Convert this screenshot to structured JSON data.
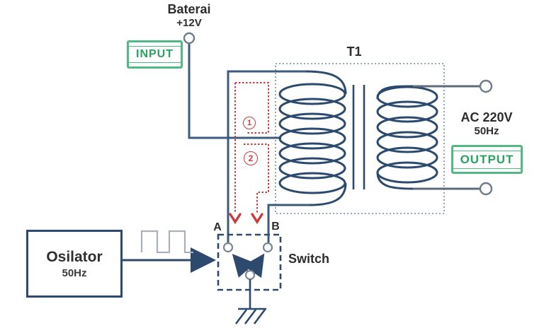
{
  "battery": {
    "name": "Baterai",
    "voltage": "+12V"
  },
  "input_badge": {
    "label": "INPUT"
  },
  "transformer": {
    "id": "T1"
  },
  "ac_output": {
    "voltage": "AC 220V",
    "frequency": "50Hz"
  },
  "output_badge": {
    "label": "OUTPUT"
  },
  "oscillator": {
    "name": "Osilator",
    "frequency": "50Hz"
  },
  "switch_block": {
    "label": "Switch",
    "terminal_a": "A",
    "terminal_b": "B"
  },
  "current_paths": {
    "loop1": "1",
    "loop2": "2"
  },
  "colors": {
    "wire": "#3d5b7e",
    "coil": "#2c4a6e",
    "navy": "#2d4a6e",
    "terminal": "#6e7b89",
    "dotted_box": "#8b99ab",
    "path_red": "#cb3a3c",
    "green_border": "#53b883",
    "green_text": "#2aa163",
    "square_wave": "#aab1b9"
  }
}
